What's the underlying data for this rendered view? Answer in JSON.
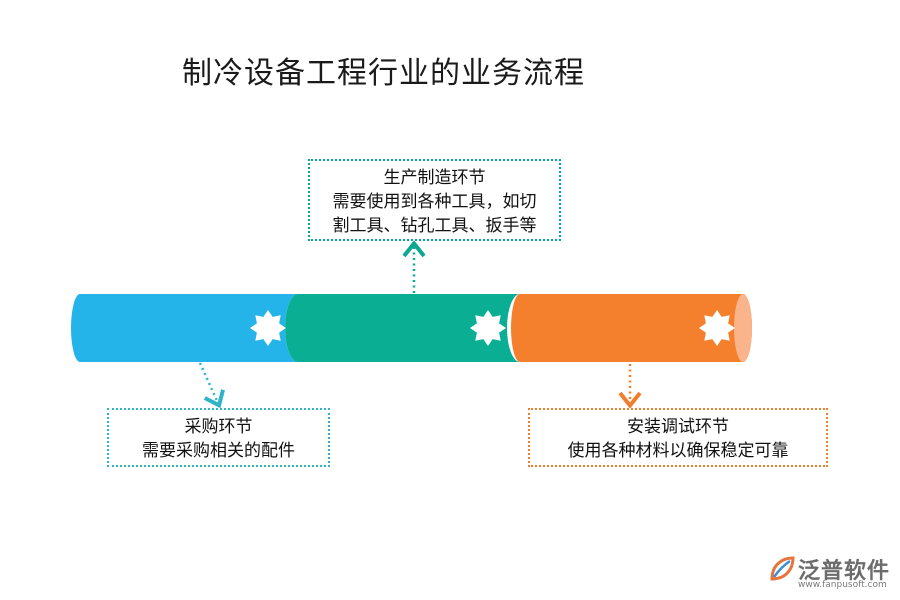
{
  "title": "制冷设备工程行业的业务流程",
  "colors": {
    "purchase": "#24b4ea",
    "production": "#0aaf93",
    "install": "#f47f2c",
    "install_cap": "#f9b48c"
  },
  "stages": {
    "production": {
      "heading": "生产制造环节",
      "lines": [
        "需要使用到各种工具，如切",
        "割工具、钻孔工具、扳手等"
      ]
    },
    "purchase": {
      "heading": "采购环节",
      "lines": [
        "需要采购相关的配件"
      ]
    },
    "install": {
      "heading": "安装调试环节",
      "lines": [
        "使用各种材料以确保稳定可靠"
      ]
    }
  },
  "logo": {
    "name": "泛普软件",
    "url": "www.fanpusoft.com",
    "icon": "leaf-logo-icon"
  }
}
